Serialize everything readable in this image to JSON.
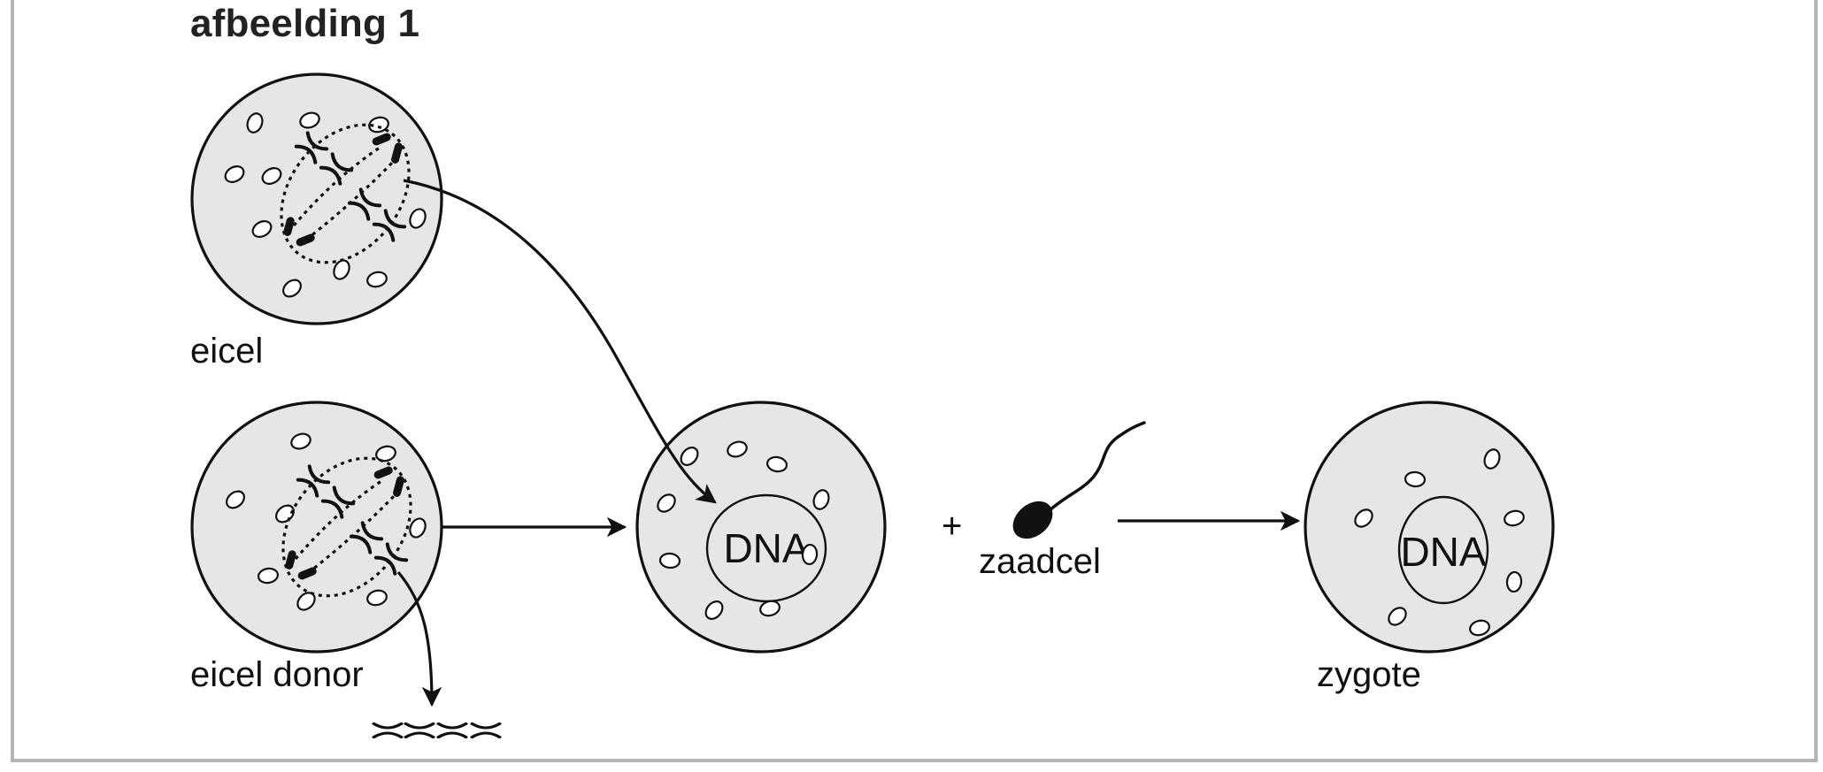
{
  "figure": {
    "title": "afbeelding 1",
    "colors": {
      "cell_fill": "#e6e6e6",
      "stroke": "#111111",
      "frame": "#b5b5b5",
      "background": "#ffffff"
    }
  },
  "cells": [
    {
      "id": "eicel",
      "label": "eicel",
      "content": "spindle-with-chromosomes"
    },
    {
      "id": "eicel-donor",
      "label": "eicel donor",
      "content": "spindle-with-chromosomes"
    },
    {
      "id": "enucleated-donor-cell",
      "label": "",
      "nucleus_label": "DNA"
    },
    {
      "id": "zygote",
      "label": "zygote",
      "nucleus_label": "DNA"
    }
  ],
  "sperm": {
    "label": "zaadcel",
    "operator": "+"
  },
  "arrows": [
    {
      "from": "eicel",
      "to": "enucleated-donor-cell nucleus",
      "meaning": "DNA transfer"
    },
    {
      "from": "eicel-donor",
      "to": "enucleated-donor-cell",
      "meaning": "cell with cytoplasm"
    },
    {
      "from": "eicel-donor spindle",
      "to": "removed chromosomes",
      "meaning": "chromosomes removed"
    },
    {
      "from": "zaadcel",
      "to": "zygote",
      "meaning": "fertilisation"
    }
  ],
  "removed_chromosomes": {
    "count": 4,
    "icon": "chromosome-icon"
  }
}
